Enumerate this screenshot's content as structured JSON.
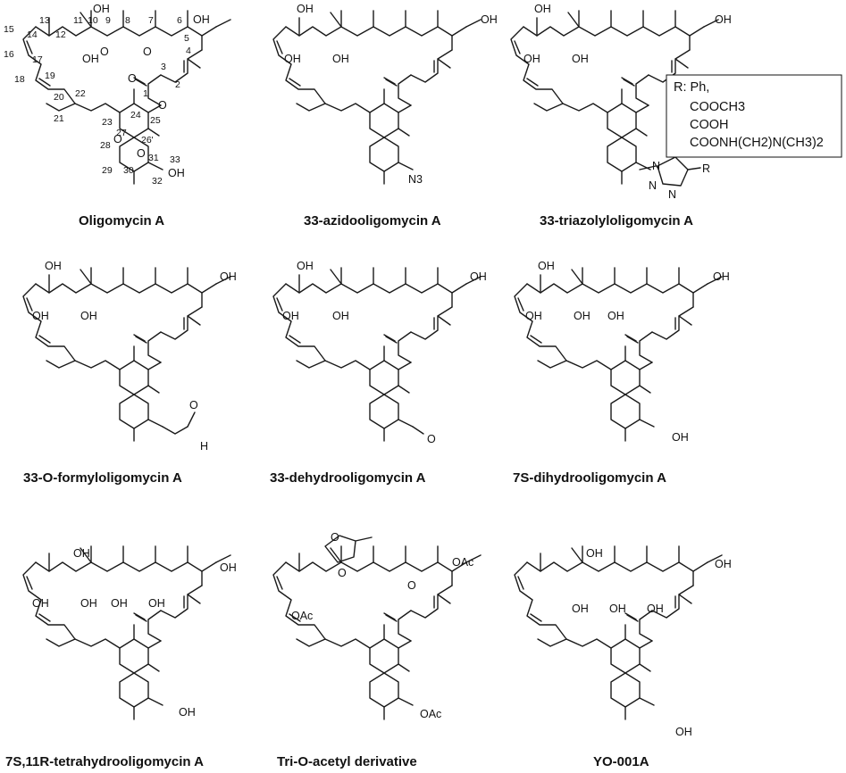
{
  "compounds": [
    {
      "name": "Oligomycin A"
    },
    {
      "name": "33-azidooligomycin A",
      "sub_label": "N3"
    },
    {
      "name": "33-triazolyloligomycin A",
      "ring_atoms": [
        "N",
        "N",
        "N"
      ],
      "sub_label": "R"
    },
    {
      "name": "33-O-formyloligomycin A",
      "sub_label": "O",
      "sub_end": "H"
    },
    {
      "name": "33-dehydrooligomycin A",
      "sub_label": "O"
    },
    {
      "name": "7S-dihydrooligomycin A",
      "sub_label": "OH"
    },
    {
      "name": "7S,11R-tetrahydrooligomycin A",
      "sub_label": "OH"
    },
    {
      "name": "Tri-O-acetyl derivative",
      "sub_label": "OAc"
    },
    {
      "name": "YO-001A",
      "sub_label": "OH"
    }
  ],
  "atoms": {
    "hydroxyl": "OH",
    "oxygen": "O",
    "acetoxy": "OAc"
  },
  "numbering": [
    "1",
    "2",
    "3",
    "4",
    "5",
    "6",
    "7",
    "8",
    "9",
    "10",
    "11",
    "12",
    "13",
    "14",
    "15",
    "16",
    "17",
    "18",
    "19",
    "20",
    "21",
    "22",
    "23",
    "24",
    "25",
    "26'",
    "27",
    "28",
    "29",
    "30",
    "31",
    "32",
    "33"
  ],
  "r_legend": {
    "title": "R: Ph,",
    "items": [
      "COOCH3",
      "COOH",
      "COONH(CH2)N(CH3)2"
    ]
  },
  "colors": {
    "ink": "#111111",
    "background": "#ffffff"
  }
}
